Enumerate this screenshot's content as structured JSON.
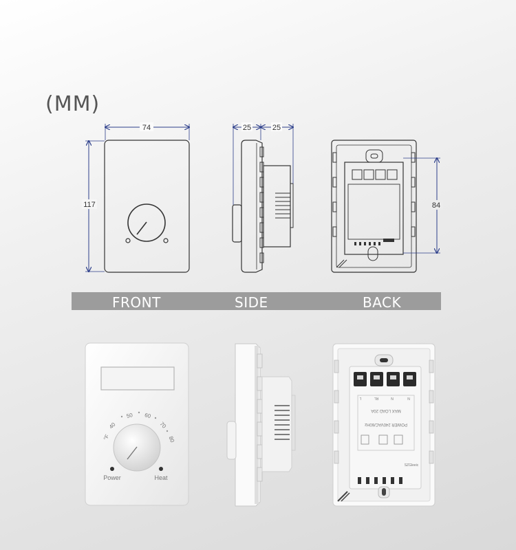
{
  "unit_label": "(MM)",
  "dimensions": {
    "front_width": "74",
    "front_height": "117",
    "side_depth_1": "25",
    "side_depth_2": "25",
    "back_height": "84"
  },
  "view_labels": {
    "front": "FRONT",
    "side": "SIDE",
    "back": "BACK"
  },
  "photo_front": {
    "scale_unit": "°F",
    "scale": [
      "40",
      "50",
      "60",
      "70",
      "80"
    ],
    "left_led_label": "Power",
    "right_led_label": "Heat"
  },
  "photo_back": {
    "terminal_labels": [
      "L",
      "RL",
      "N",
      "N"
    ],
    "label_line_1": "MAX LOAD 20A",
    "label_line_2": "POWER 240VAC/60Hz",
    "brand": "SZGleeic"
  },
  "colors": {
    "dimension_line": "#2c3e8a",
    "band": "#9c9c9c"
  }
}
